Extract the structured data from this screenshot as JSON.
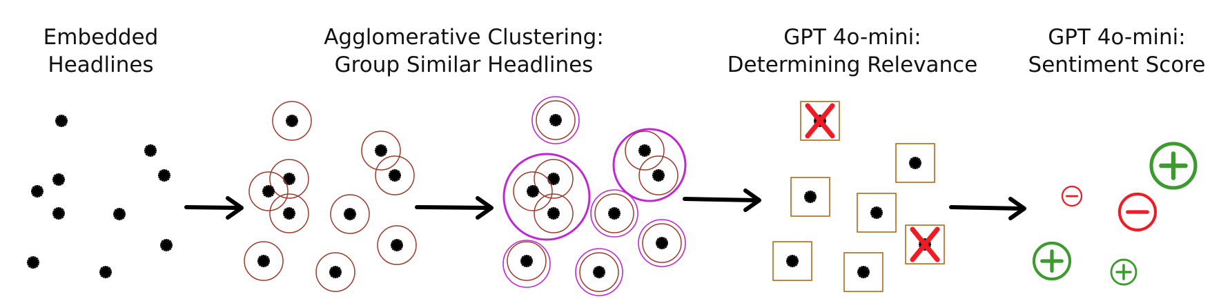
{
  "stages": [
    {
      "line1": "Embedded",
      "line2": "Headlines"
    },
    {
      "line1": "Agglomerative Clustering:",
      "line2": "Group Similar Headlines"
    },
    {
      "line1": "GPT 4o-mini:",
      "line2": "Determining Relevance"
    },
    {
      "line1": "GPT 4o-mini:",
      "line2": "Sentiment Score"
    }
  ],
  "colors": {
    "dot": "#000000",
    "arrow": "#000000",
    "cluster_circle": "#9b3a2a",
    "merged_cluster": "#c026d3",
    "relevance_box": "#a66a1a",
    "reject_cross": "#ef1c25",
    "negative_sentiment": "#ef1c25",
    "positive_sentiment": "#3c9a2e"
  },
  "icons": {
    "headline": "asterisk-dot-icon",
    "irrelevant": "red-x-icon",
    "negative": "minus-circle-icon",
    "positive": "plus-circle-icon"
  }
}
